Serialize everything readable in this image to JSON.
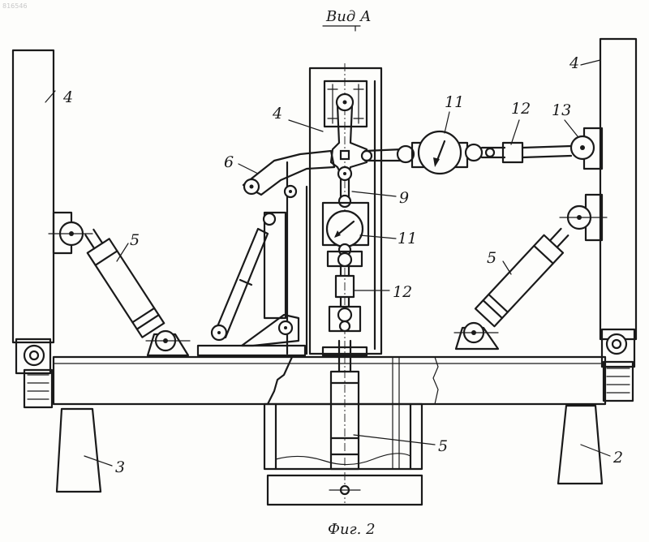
{
  "header": {
    "corner_code": "816546",
    "view_title": "Вид А"
  },
  "figure": {
    "caption": "Фиг. 2"
  },
  "callouts": {
    "n4a": "4",
    "n4b": "4",
    "n4c": "4",
    "n11a": "11",
    "n11b": "11",
    "n12a": "12",
    "n12b": "12",
    "n13": "13",
    "n6": "6",
    "n9": "9",
    "n5a": "5",
    "n5b": "5",
    "n5c": "5",
    "n3": "3",
    "n2": "2"
  }
}
